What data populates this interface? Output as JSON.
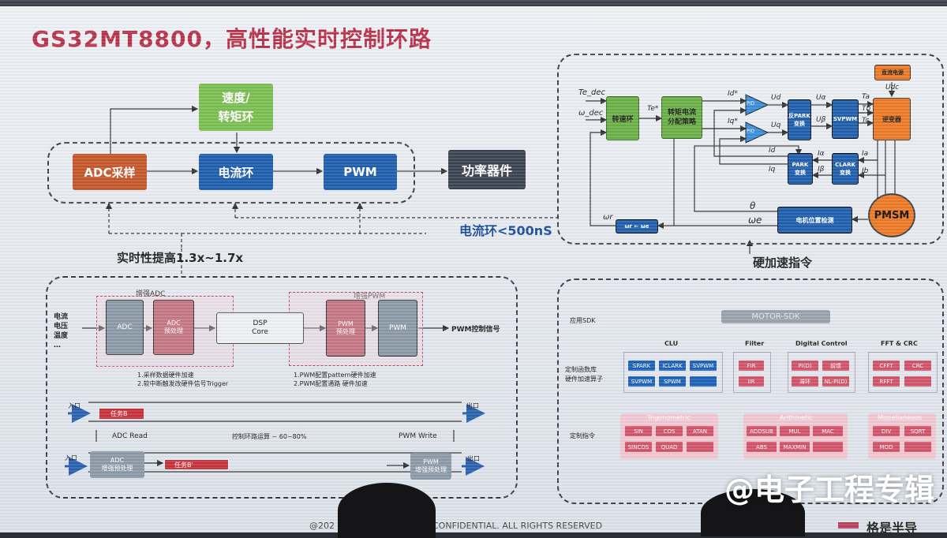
{
  "title": "GS32MT8800，高性能实时控制环路",
  "top_left": {
    "speed_loop": "速度/\n转矩环",
    "adc": "ADC采样",
    "current_loop": "电流环",
    "pwm": "PWM",
    "power": "功率器件",
    "improve": "实时性提高1.3x~1.7x",
    "current_time": "电流环<500nS"
  },
  "motor": {
    "speed_ctrl": "转速环",
    "torque": "转矩电流\n分配策略",
    "pid": "PID",
    "inv_park": "反PARK\n变换",
    "svpwm": "SVPWM",
    "inverter": "逆变器",
    "dc_source": "直流电源",
    "park": "PARK\n变换",
    "clarke": "CLARK\n变换",
    "pos_detect": "电机位置检测",
    "pmsm": "PMSM",
    "omega_box": "ωr ← ωe",
    "sym_te_dec": "Te_dec",
    "sym_w_dec": "ω_dec",
    "sym_te": "Te*",
    "sym_id_star": "Id*",
    "sym_iq_star": "Iq*",
    "sym_ud": "Ud",
    "sym_uq": "Uq",
    "sym_ua": "Uα",
    "sym_ub": "Uβ",
    "sym_ta": "Ta",
    "sym_tb": "Tb",
    "sym_tc": "Tc",
    "sym_udc": "Udc",
    "sym_id": "Id",
    "sym_iq": "Iq",
    "sym_ia": "Iα",
    "sym_ib": "Iβ",
    "sym_ia2": "Ia",
    "sym_ib2": "Ib",
    "sym_theta": "θ",
    "sym_we": "ωe",
    "sym_wr": "ωr"
  },
  "hw_accel": "硬加速指令",
  "pipeline": {
    "enh_adc": "增强ADC",
    "enh_pwm": "增强PWM",
    "inputs": [
      "电流",
      "电压",
      "温度",
      "…"
    ],
    "adc": "ADC",
    "adc_pre": "ADC\n预处理",
    "dsp": "DSP\nCore",
    "pwm_pre": "PWM\n预处理",
    "pwm": "PWM",
    "output": "PWM控制信号",
    "adc_notes": [
      "1.采样数据硬件加速",
      "2.软中断触发改硬件信号Trigger"
    ],
    "pwm_notes": [
      "1.PWM配置pattern硬件加速",
      "2.PWM配置通路 硬件加速"
    ]
  },
  "timeline": {
    "in1": "入口",
    "out1": "出口",
    "task1": "任务B",
    "adc_read": "ADC Read",
    "ctrl": "控制环路运算 ~ 60~80%",
    "pwm_write": "PWM Write",
    "in2": "入口",
    "out2": "出口",
    "adc_enh": "ADC\n增强预处理",
    "task2": "任务B'",
    "pwm_enh": "PWM\n增强预处理"
  },
  "sdk": {
    "app_sdk": "应用SDK",
    "motor_sdk": "MOTOR-SDK",
    "lib_label": "定制函数库\n硬件加速算子",
    "instr_label": "定制指令",
    "groups": [
      {
        "title": "CLU",
        "items": [
          "SPARK",
          "ICLARK",
          "SVPWM",
          "SVPWM",
          "SPWM",
          ""
        ]
      },
      {
        "title": "Filter",
        "items": [
          "FIR",
          "IIR"
        ]
      },
      {
        "title": "Digital Control",
        "items": [
          "PI(D)",
          "前馈",
          "滞环",
          "NL-PI(D)"
        ]
      },
      {
        "title": "FFT & CRC",
        "items": [
          "CFFT",
          "CRC",
          "RFFT",
          ""
        ]
      }
    ],
    "instr_groups": [
      {
        "title": "Trigonometric",
        "items": [
          "SIN",
          "COS",
          "ATAN",
          "SINCOS",
          "QUAD",
          ""
        ]
      },
      {
        "title": "Arithmetic",
        "items": [
          "ADDSUB",
          "MUL",
          "MAC",
          "ABS",
          "MAXMIN",
          ""
        ]
      },
      {
        "title": "Miscellaneous",
        "items": [
          "DIV",
          "SQRT",
          "MOD",
          ""
        ]
      }
    ]
  },
  "footer": {
    "left": "@202",
    "mid": "CONFIDENTIAL. ALL RIGHTS RESERVED",
    "right": "格是半导"
  },
  "watermark": "@电子工程专辑"
}
